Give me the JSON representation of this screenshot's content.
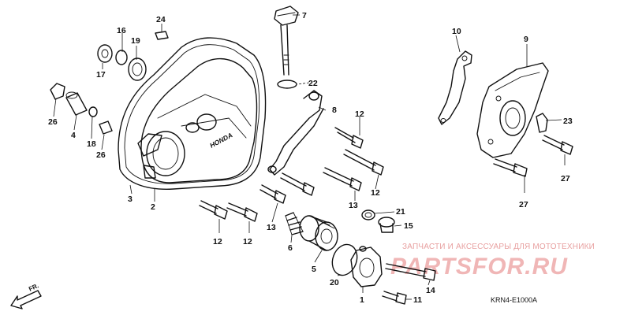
{
  "callouts": [
    {
      "id": "1",
      "text": "1"
    },
    {
      "id": "2",
      "text": "2"
    },
    {
      "id": "3",
      "text": "3"
    },
    {
      "id": "4",
      "text": "4"
    },
    {
      "id": "5",
      "text": "5"
    },
    {
      "id": "6",
      "text": "6"
    },
    {
      "id": "7",
      "text": "7"
    },
    {
      "id": "8",
      "text": "8"
    },
    {
      "id": "9",
      "text": "9"
    },
    {
      "id": "10",
      "text": "10"
    },
    {
      "id": "11",
      "text": "11"
    },
    {
      "id": "12",
      "text": "12"
    },
    {
      "id": "13",
      "text": "13"
    },
    {
      "id": "14",
      "text": "14"
    },
    {
      "id": "15",
      "text": "15"
    },
    {
      "id": "16",
      "text": "16"
    },
    {
      "id": "17",
      "text": "17"
    },
    {
      "id": "18",
      "text": "18"
    },
    {
      "id": "19",
      "text": "19"
    },
    {
      "id": "20",
      "text": "20"
    },
    {
      "id": "21",
      "text": "21"
    },
    {
      "id": "22",
      "text": "22"
    },
    {
      "id": "23",
      "text": "23"
    },
    {
      "id": "24",
      "text": "24"
    },
    {
      "id": "26",
      "text": "26"
    },
    {
      "id": "27",
      "text": "27"
    }
  ],
  "diagram_code": "KRN4-E1000A",
  "cover_brand": "HONDA",
  "direction_label": "FR.",
  "watermark": {
    "tagline": "ЗАПЧАСТИ И АКСЕССУАРЫ ДЛЯ МОТОТЕХНИКИ",
    "logo": "PARTSFOR.RU",
    "color": "#f0b6b6"
  }
}
